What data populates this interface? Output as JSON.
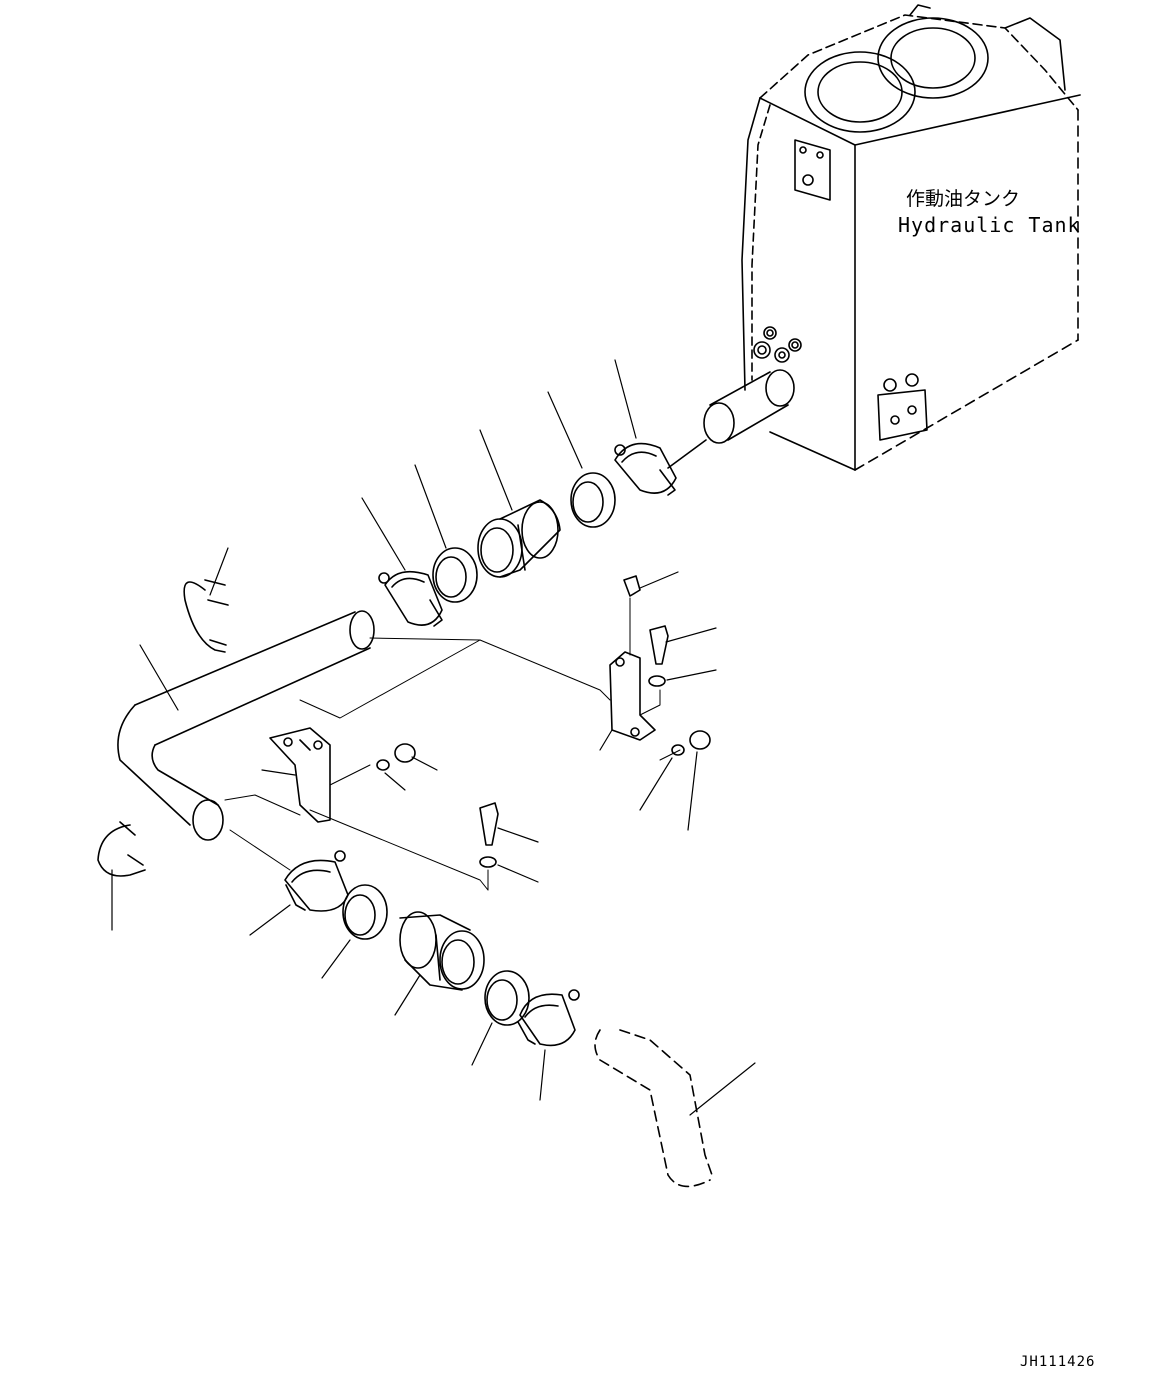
{
  "labels": {
    "tank_jp": "作動油タンク",
    "tank_en": "Hydraulic Tank",
    "doc_id": "JH111426"
  }
}
